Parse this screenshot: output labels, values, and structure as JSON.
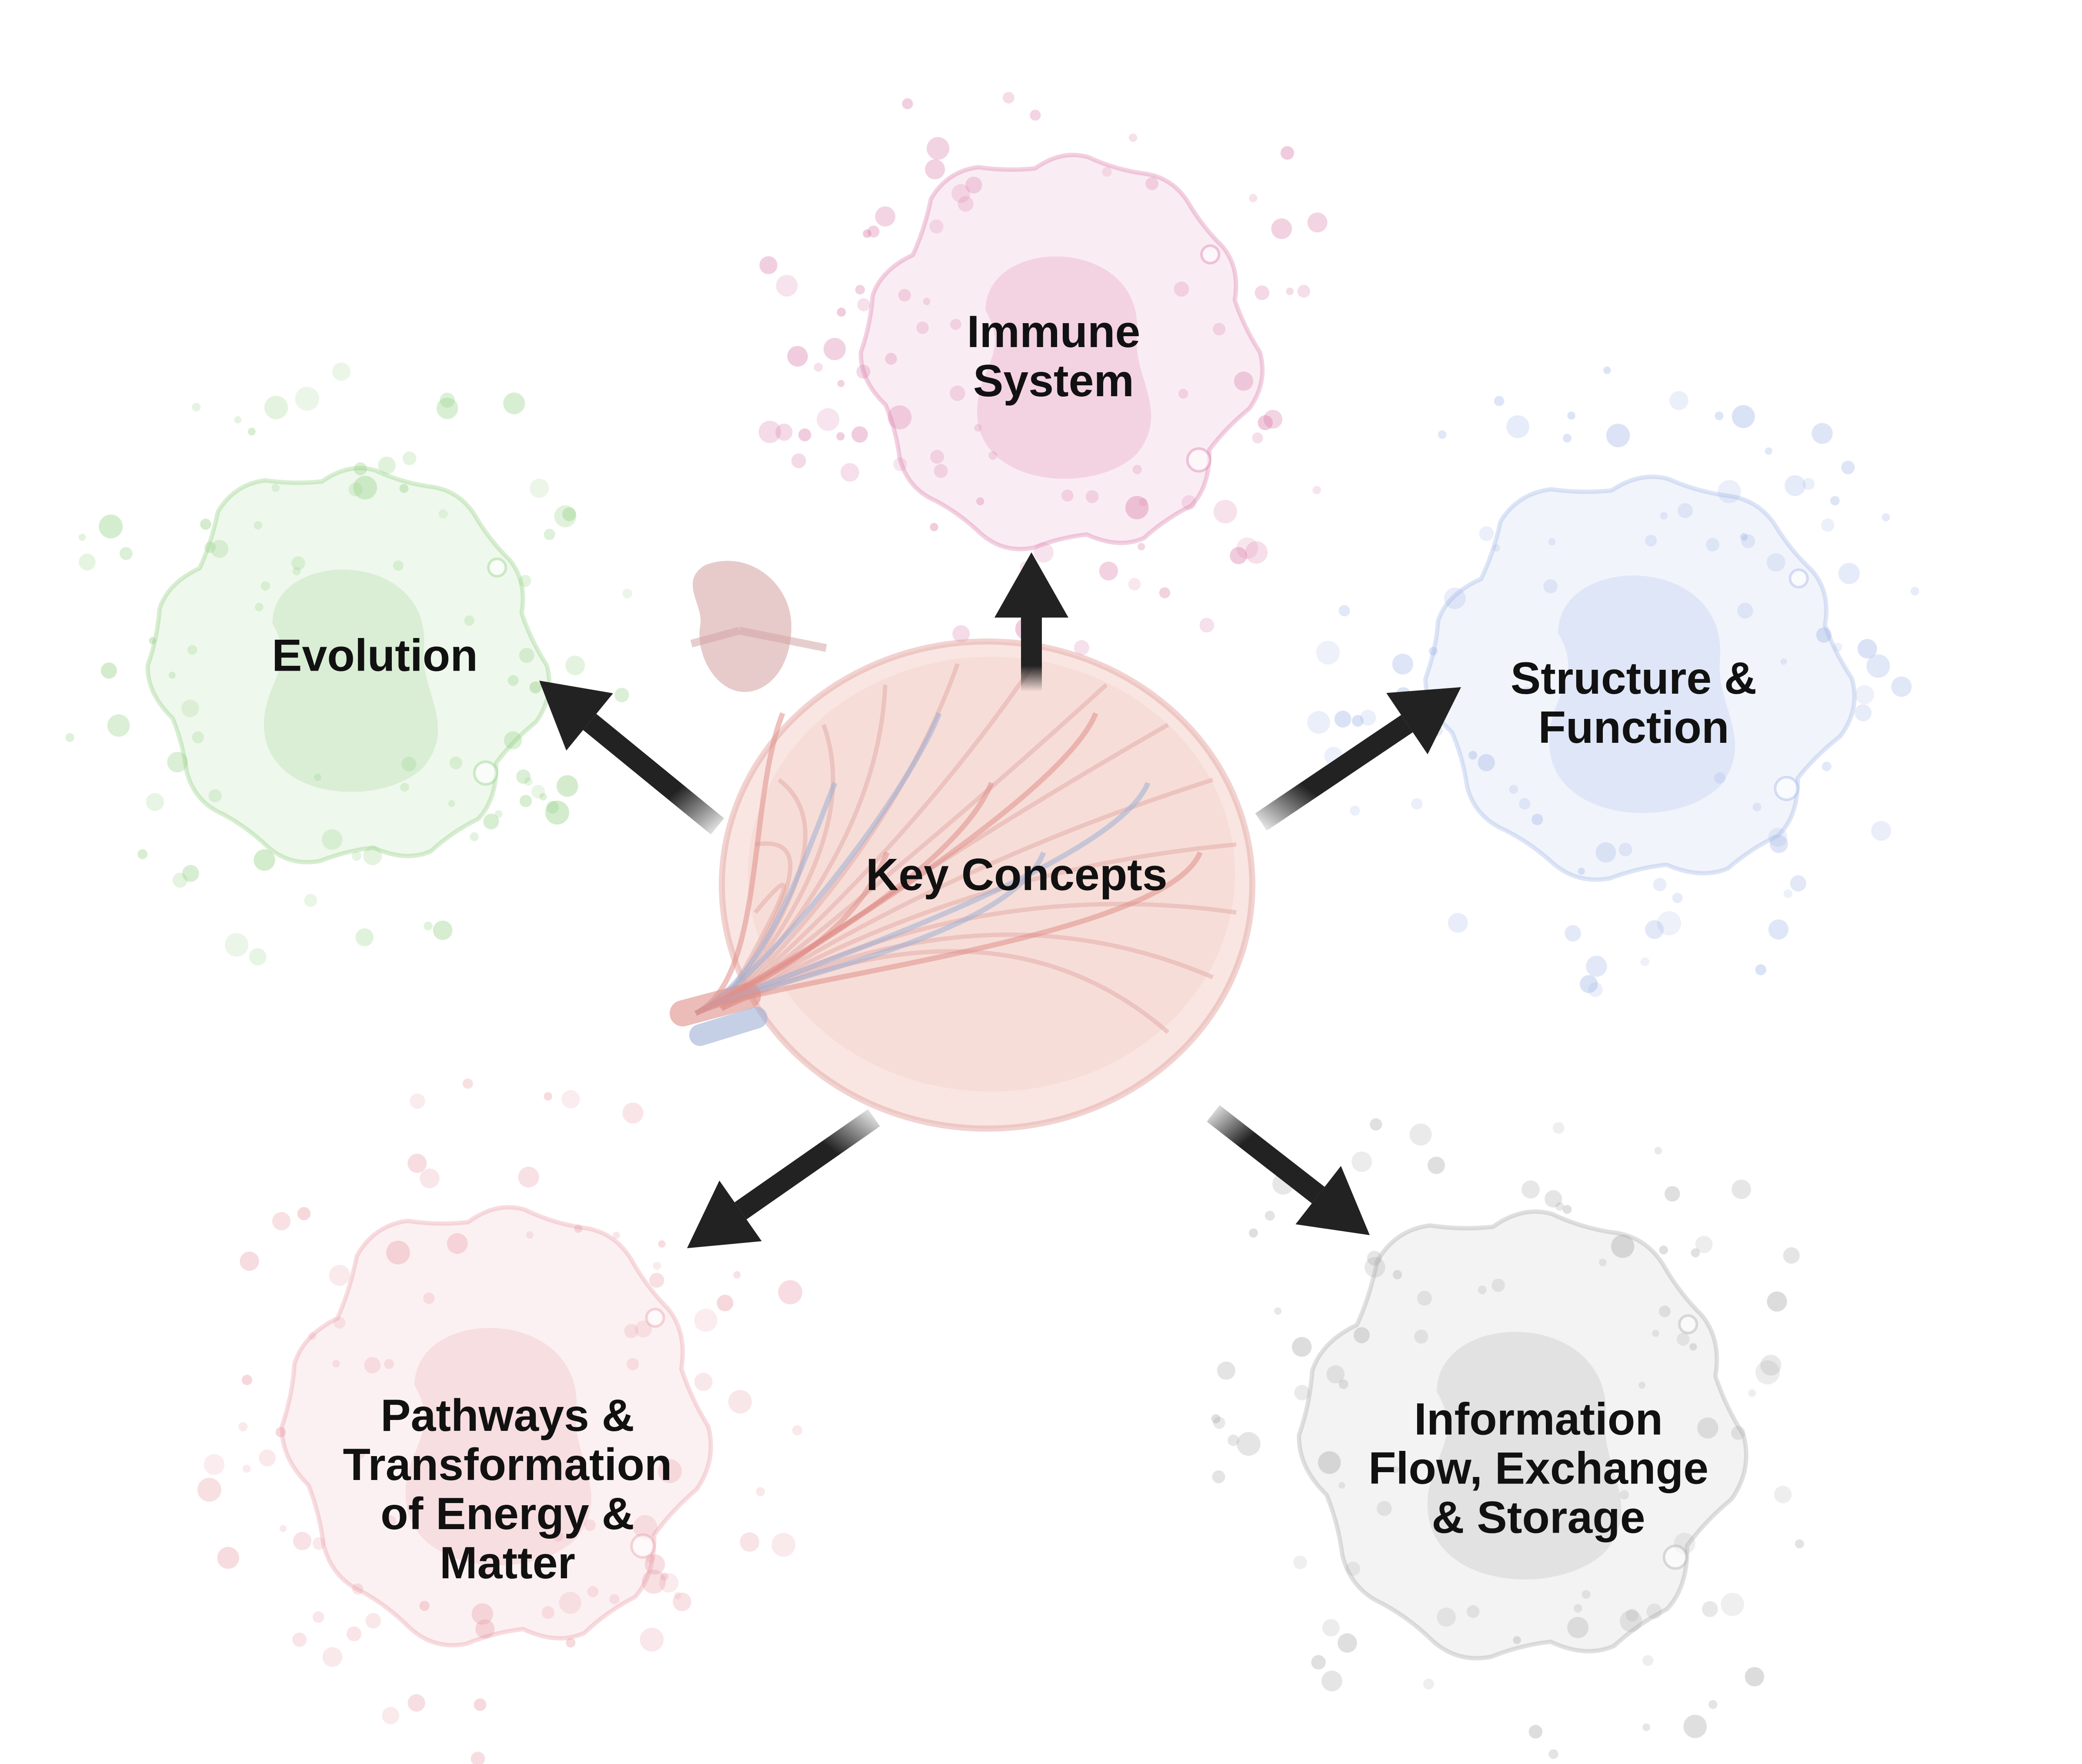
{
  "center": {
    "label": "Key Concepts",
    "icon": "lymph-node-cross-section-icon",
    "secondary_icon": "spleen-icon"
  },
  "concepts": [
    {
      "id": "immune-system",
      "lines": [
        "Immune",
        "System"
      ],
      "color": "#d97aa8",
      "icon": "immune-cell-icon"
    },
    {
      "id": "evolution",
      "lines": [
        "Evolution"
      ],
      "color": "#8fcf7f",
      "icon": "immune-cell-icon"
    },
    {
      "id": "structure-function",
      "lines": [
        "Structure &",
        "Function"
      ],
      "color": "#9fb4e6",
      "icon": "immune-cell-icon"
    },
    {
      "id": "pathways",
      "lines": [
        "Pathways &",
        "Transformation",
        "of Energy &",
        "Matter"
      ],
      "color": "#e79aa6",
      "icon": "immune-cell-icon"
    },
    {
      "id": "information-flow",
      "lines": [
        "Information",
        "Flow, Exchange",
        "& Storage"
      ],
      "color": "#a7a7a7",
      "icon": "immune-cell-icon"
    }
  ],
  "arrow_color": "#222222"
}
